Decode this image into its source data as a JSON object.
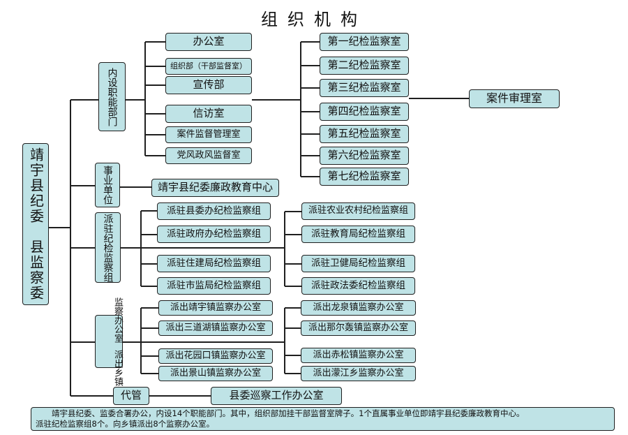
{
  "title": "组织机构",
  "colors": {
    "box_fill": "#bfe3e6",
    "line": "#1f1f1f"
  },
  "root": "靖宇县纪委　县监察委",
  "categories": {
    "internal": "内设职能部门",
    "institution": "事业单位",
    "stationed": "派驻纪检监察组",
    "township": [
      "监察办公室",
      "派出乡镇"
    ],
    "managed": "代管"
  },
  "internal_departments": [
    "办公室",
    "组织部（干部监督室）",
    "宣传部",
    "信访室",
    "案件监督管理室",
    "党风政风监督室"
  ],
  "inspection_rooms": [
    "第一纪检监察室",
    "第二纪检监察室",
    "第三纪检监察室",
    "第四纪检监察室",
    "第五纪检监察室",
    "第六纪检监察室",
    "第七纪检监察室"
  ],
  "case_review": "案件审理室",
  "institution_unit": "靖宇县纪委廉政教育中心",
  "stationed_groups_left": [
    "派驻县委办纪检监察组",
    "派驻政府办纪检监察组",
    "派驻住建局纪检监察组",
    "派驻市监局纪检监察组"
  ],
  "stationed_groups_right": [
    "派驻农业农村纪检监察组",
    "派驻教育局纪检监察组",
    "派驻卫健局纪检监察组",
    "派驻政法委纪检监察组"
  ],
  "township_offices_left": [
    "派出靖宇镇监察办公室",
    "派出三道湖镇监察办公室",
    "派出花园口镇监察办公室",
    "派出景山镇监察办公室"
  ],
  "township_offices_right": [
    "派出龙泉镇监察办公室",
    "派出那尔轰镇监察办公室",
    "派出赤松镇监察办公室",
    "派出濛江乡监察办公室"
  ],
  "managed_unit": "县委巡察工作办公室",
  "note": [
    "靖宇县纪委、监委合署办公，内设14个职能部门。其中，组织部加挂干部监督室牌子。1个直属事业单位即靖宇县纪委廉政教育中心。",
    "派驻纪检监察组8个。向乡镇派出8个监察办公室。"
  ]
}
